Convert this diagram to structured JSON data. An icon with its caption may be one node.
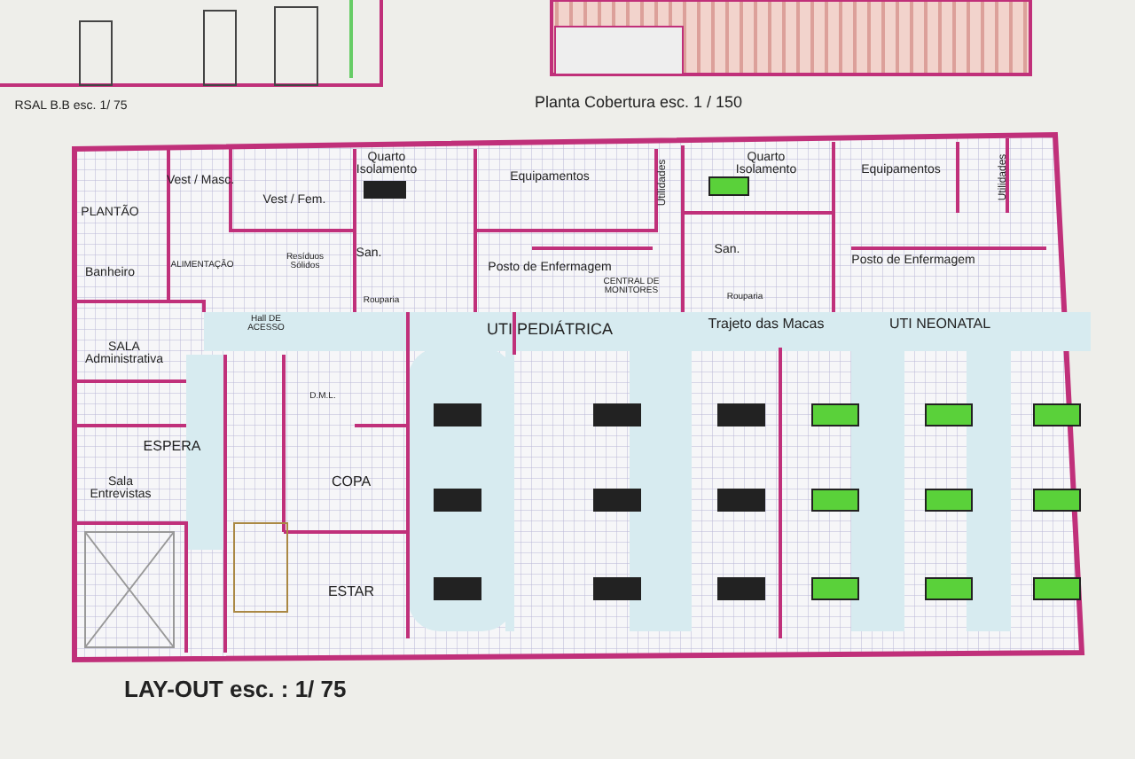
{
  "diagram": {
    "caption": "LAY-OUT esc. : 1/ 75",
    "labels": [
      "RSAL B.B esc. 1/ 75",
      "Planta Cobertura esc. 1 / 150",
      "Vest / Masc.",
      "Quarto Isolamento",
      "Equipamentos",
      "Utilidades",
      "Quarto Isolamento",
      "Equipamentos",
      "Utilidades",
      "PLANTÃO",
      "Vest / Fem.",
      "ALIMENTAÇÃO",
      "Resíduos Sólidos",
      "San.",
      "Banheiro",
      "Posto de Enfermagem",
      "San.",
      "Posto de Enfermagem",
      "CENTRAL DE MONITORES",
      "Rouparia",
      "Rouparia",
      "Hall DE ACESSO",
      "UTI PEDIÁTRICA",
      "Trajeto das Macas",
      "UTI NEONATAL",
      "SALA Administrativa",
      "D.M.L.",
      "ESPERA",
      "COPA",
      "Sala Entrevistas",
      "ESTAR"
    ]
  }
}
